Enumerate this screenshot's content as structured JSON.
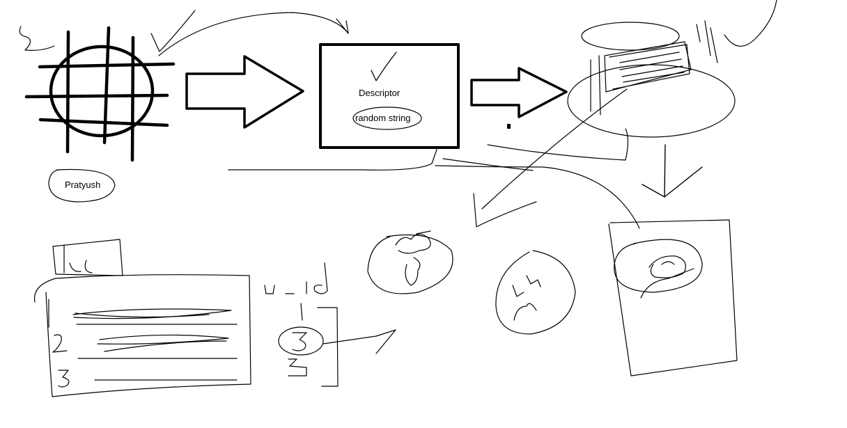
{
  "labels": {
    "descriptor": "Descriptor",
    "random_string": "random string",
    "name": "Pratyush"
  },
  "colors": {
    "background": "#ffffff",
    "ink": "#000000"
  },
  "icons": [
    "globe-grid-icon",
    "right-arrow-icon",
    "checkmark-icon",
    "database-stack-icon",
    "down-arrow-icon",
    "face-icon"
  ]
}
